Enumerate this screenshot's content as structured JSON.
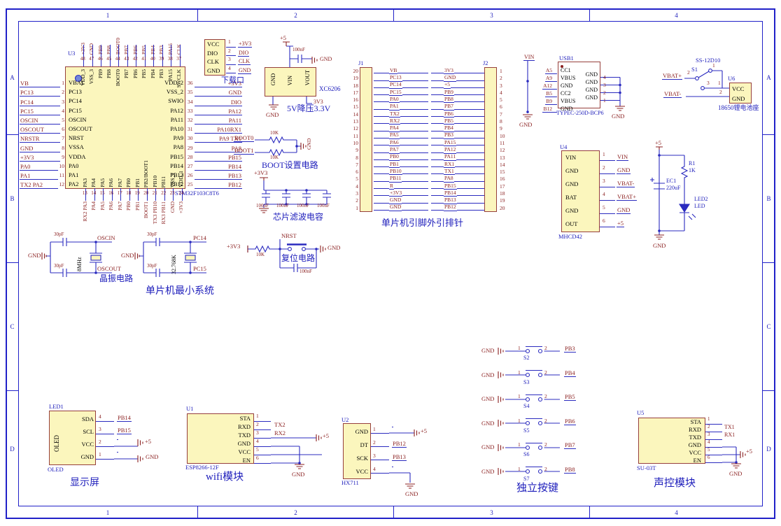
{
  "colors": {
    "wire": "#2b2bbf",
    "net_label": "#8b2121",
    "blue_text": "#1d1dbb",
    "component_fill": "#fbf6bd",
    "component_border": "#963f3c",
    "sheet_border": "#2121c8"
  },
  "border": {
    "top": [
      "1",
      "2",
      "3",
      "4"
    ],
    "bottom": [
      "1",
      "2",
      "3",
      "4"
    ],
    "left": [
      "A",
      "B",
      "C",
      "D"
    ],
    "right": [
      "A",
      "B",
      "C",
      "D"
    ]
  },
  "mcu": {
    "ref": "U3",
    "part": "STM32F103C8T6",
    "left": [
      {
        "net": "VB",
        "num": "1",
        "name": "VBAT"
      },
      {
        "net": "PC13",
        "num": "2",
        "name": "PC13"
      },
      {
        "net": "PC14",
        "num": "3",
        "name": "PC14"
      },
      {
        "net": "PC15",
        "num": "4",
        "name": "PC15"
      },
      {
        "net": "OSCIN",
        "num": "5",
        "name": "OSCIN"
      },
      {
        "net": "OSCOUT",
        "num": "6",
        "name": "OSCOUT"
      },
      {
        "net": "NRSTR",
        "num": "7",
        "name": "NRST"
      },
      {
        "net": "GND",
        "num": "8",
        "name": "VSSA"
      },
      {
        "net": "+3V3",
        "num": "9",
        "name": "VDDA"
      },
      {
        "net": "PA0",
        "num": "10",
        "name": "PA0"
      },
      {
        "net": "PA1",
        "num": "11",
        "name": "PA1"
      },
      {
        "net": "TX2 PA2",
        "num": "12",
        "name": "PA2"
      }
    ],
    "right": [
      {
        "net": "+3V3",
        "num": "36",
        "name": "VDD_2"
      },
      {
        "net": "GND",
        "num": "35",
        "name": "VSS_2"
      },
      {
        "net": "DIO",
        "num": "34",
        "name": "SWIO"
      },
      {
        "net": "PA12",
        "num": "33",
        "name": "PA12"
      },
      {
        "net": "PA11",
        "num": "32",
        "name": "PA11"
      },
      {
        "net": "PA10RX1",
        "num": "31",
        "name": "PA10"
      },
      {
        "net": "PA9 TX1",
        "num": "30",
        "name": "PA9"
      },
      {
        "net": "PA8",
        "num": "29",
        "name": "PA8"
      },
      {
        "net": "PB15",
        "num": "28",
        "name": "PB15"
      },
      {
        "net": "PB14",
        "num": "27",
        "name": "PB14"
      },
      {
        "net": "PB13",
        "num": "26",
        "name": "PB13"
      },
      {
        "net": "PB12",
        "num": "25",
        "name": "PB12"
      }
    ],
    "top": [
      {
        "net": "+3V3",
        "num": "48",
        "name": "VDD_3"
      },
      {
        "net": "GND",
        "num": "47",
        "name": "VSS_3"
      },
      {
        "net": "PB9",
        "num": "46",
        "name": "PB9"
      },
      {
        "net": "PB8",
        "num": "45",
        "name": "PB8"
      },
      {
        "net": "BOOT0",
        "num": "44",
        "name": "BOOT0"
      },
      {
        "net": "PB7",
        "num": "43",
        "name": "PB7"
      },
      {
        "net": "PB6",
        "num": "42",
        "name": "PB6"
      },
      {
        "net": "PB5",
        "num": "41",
        "name": "PB5"
      },
      {
        "net": "PB4",
        "num": "40",
        "name": "PB4"
      },
      {
        "net": "PB3",
        "num": "39",
        "name": "PB3"
      },
      {
        "net": "PA15",
        "num": "38",
        "name": "PA15"
      },
      {
        "net": "CLK",
        "num": "37",
        "name": "SWCLK"
      }
    ],
    "bottom": [
      {
        "net": "RX2 PA3",
        "num": "13",
        "name": "PA3"
      },
      {
        "net": "PA4",
        "num": "14",
        "name": "PA4"
      },
      {
        "net": "PA5",
        "num": "15",
        "name": "PA5"
      },
      {
        "net": "PA6",
        "num": "16",
        "name": "PA6"
      },
      {
        "net": "PA7",
        "num": "17",
        "name": "PA7"
      },
      {
        "net": "PB0",
        "num": "18",
        "name": "PB0"
      },
      {
        "net": "PB1",
        "num": "19",
        "name": "PB1"
      },
      {
        "net": "BOOT1",
        "num": "20",
        "name": "PB2/BOOT1"
      },
      {
        "net": "TX3 PB10",
        "num": "21",
        "name": "PB10"
      },
      {
        "net": "RX3 PB11",
        "num": "22",
        "name": "PB11"
      },
      {
        "net": "GND",
        "num": "23",
        "name": "VSS_1"
      },
      {
        "net": "+3V3",
        "num": "24",
        "name": "VDD_1"
      }
    ]
  },
  "download": {
    "names": [
      "VCC",
      "DIO",
      "CLK",
      "GND"
    ],
    "pins": [
      {
        "num": "1",
        "net": "+3V3"
      },
      {
        "num": "2",
        "net": "DIO"
      },
      {
        "num": "3",
        "net": "CLK"
      },
      {
        "num": "4",
        "net": "GND"
      }
    ],
    "caption": "下载口"
  },
  "regulator": {
    "names": [
      "GND",
      "VIN",
      "VOUT"
    ],
    "v5": "+5",
    "cap": "100nF",
    "gnd_right": "GND",
    "out": "3V3",
    "gnd": "GND",
    "part": "XC6206",
    "caption": "5V降压3.3V"
  },
  "boot": {
    "net1": "BOOT0",
    "net2": "BOOT1",
    "r1": "10K",
    "r2": "10K",
    "gnd": "GND",
    "caption": "BOOT设置电路"
  },
  "filter": {
    "rail": "+3V3",
    "caps": [
      "100nF",
      "100nF",
      "100nF",
      "100nF"
    ],
    "caption": "芯片滤波电容"
  },
  "reset": {
    "rail": "+3V3",
    "r": "10K",
    "net": "NRST",
    "cap": "100nF",
    "gnd": "GND",
    "caption": "复位电路"
  },
  "xtal1": {
    "c1": "30pF",
    "c2": "30pF",
    "x": "8MHz",
    "n1": "OSCIN",
    "n2": "OSCOUT",
    "gnd": "GND",
    "caption": "晶振电路"
  },
  "xtal2": {
    "c1": "30pF",
    "c2": "30pF",
    "x": "32.768K",
    "n1": "PC14",
    "n2": "PC15",
    "gnd": "GND"
  },
  "minsys_caption": "单片机最小系统",
  "j1": {
    "ref": "J1",
    "pins": [
      {
        "num": "20",
        "net": "VB"
      },
      {
        "num": "19",
        "net": "PC13"
      },
      {
        "num": "18",
        "net": "PC14"
      },
      {
        "num": "17",
        "net": "PC15"
      },
      {
        "num": "16",
        "net": "PA0"
      },
      {
        "num": "15",
        "net": "PA1"
      },
      {
        "num": "14",
        "net": "TX2"
      },
      {
        "num": "13",
        "net": "RX2"
      },
      {
        "num": "12",
        "net": "PA4"
      },
      {
        "num": "11",
        "net": "PA5"
      },
      {
        "num": "10",
        "net": "PA6"
      },
      {
        "num": "9",
        "net": "PA7"
      },
      {
        "num": "8",
        "net": "PB0"
      },
      {
        "num": "7",
        "net": "PB1"
      },
      {
        "num": "6",
        "net": "PB10"
      },
      {
        "num": "5",
        "net": "PB11"
      },
      {
        "num": "4",
        "net": "R"
      },
      {
        "num": "3",
        "net": "+3V3"
      },
      {
        "num": "2",
        "net": "GND"
      },
      {
        "num": "1",
        "net": "GND"
      }
    ]
  },
  "j2": {
    "ref": "J2",
    "pins": [
      {
        "num": "1",
        "net": "3V3"
      },
      {
        "num": "2",
        "net": "GND"
      },
      {
        "num": "3",
        "net": "+5"
      },
      {
        "num": "4",
        "net": "PB9"
      },
      {
        "num": "5",
        "net": "PB8"
      },
      {
        "num": "6",
        "net": "PB7"
      },
      {
        "num": "7",
        "net": "PB6"
      },
      {
        "num": "8",
        "net": "PB5"
      },
      {
        "num": "9",
        "net": "PB4"
      },
      {
        "num": "10",
        "net": "PB3"
      },
      {
        "num": "11",
        "net": "PA15"
      },
      {
        "num": "12",
        "net": "PA12"
      },
      {
        "num": "13",
        "net": "PA11"
      },
      {
        "num": "14",
        "net": "RX1"
      },
      {
        "num": "15",
        "net": "TX1"
      },
      {
        "num": "16",
        "net": "PA8"
      },
      {
        "num": "17",
        "net": "PB15"
      },
      {
        "num": "18",
        "net": "PB14"
      },
      {
        "num": "19",
        "net": "PB13"
      },
      {
        "num": "20",
        "net": "PB12"
      }
    ]
  },
  "headers_caption": "单片机引脚外引排针",
  "usb": {
    "ref": "USB1",
    "part": "TYPEC-250D-BCP6",
    "vin": "VIN",
    "pads": [
      "A5",
      "A9",
      "A12",
      "B5",
      "B9",
      "B12"
    ],
    "names": [
      "CC1",
      "VBUS",
      "GND",
      "CC2",
      "VBUS",
      "GND"
    ],
    "right_names": [
      "GND",
      "GND",
      "GND",
      "GND"
    ],
    "right_nums": [
      "4",
      "3",
      "2",
      "1"
    ],
    "gnd_left": "GND",
    "gnd_right": "GND"
  },
  "battery": {
    "sw_part": "SS-12D10",
    "sw_ref": "S1",
    "vbat_p": "VBAT+",
    "vbat_m": "VBAT-",
    "p1": "1",
    "p2": "2",
    "p3": "3",
    "u6_ref": "U6",
    "u6_p1": "1",
    "u6_p2": "2",
    "u6_names": [
      "VCC",
      "GND"
    ],
    "caption": "18650锂电池座"
  },
  "charger": {
    "ref": "U4",
    "part": "MHCD42",
    "names": [
      "VIN",
      "GND",
      "GND",
      "BAT",
      "GND",
      "OUT"
    ],
    "pins": [
      {
        "num": "1",
        "net": "VIN"
      },
      {
        "num": "2",
        "net": "GND"
      },
      {
        "num": "3",
        "net": "VBAT-"
      },
      {
        "num": "4",
        "net": "VBAT+"
      },
      {
        "num": "5",
        "net": "GND"
      },
      {
        "num": "6",
        "net": "+5"
      }
    ]
  },
  "ledcirc": {
    "rail": "+5",
    "r_ref": "R1",
    "r_val": "1K",
    "c_ref": "EC1",
    "c_val": "220uF",
    "led_ref": "LED2",
    "led_val": "LED",
    "gnd": "GND"
  },
  "oled": {
    "ref": "LED1",
    "inner": "OLED",
    "part": "OLED",
    "caption": "显示屏",
    "names": [
      "SDA",
      "SCL",
      "VCC",
      "GND"
    ],
    "pins": [
      {
        "num": "4",
        "net": "PB14"
      },
      {
        "num": "3",
        "net": "PB15"
      },
      {
        "num": "2",
        "net": ""
      },
      {
        "num": "1",
        "net": ""
      }
    ],
    "v5": "+5",
    "gnd": "GND"
  },
  "wifi": {
    "ref": "U1",
    "part": "ESP8266-12F",
    "caption": "wifi模块",
    "names": [
      "STA",
      "RXD",
      "TXD",
      "GND",
      "VCC",
      "EN"
    ],
    "pins": [
      {
        "num": "1",
        "net": ""
      },
      {
        "num": "2",
        "net": "TX2"
      },
      {
        "num": "3",
        "net": "RX2"
      },
      {
        "num": "4",
        "net": ""
      },
      {
        "num": "5",
        "net": ""
      },
      {
        "num": "6",
        "net": ""
      }
    ],
    "v5": "+5",
    "gnd": "GND"
  },
  "hx711": {
    "ref": "U2",
    "part": "HX711",
    "names": [
      "GND",
      "DT",
      "SCK",
      "VCC"
    ],
    "pins": [
      {
        "num": "1",
        "net": ""
      },
      {
        "num": "2",
        "net": "PB12"
      },
      {
        "num": "3",
        "net": "PB13"
      },
      {
        "num": "4",
        "net": ""
      }
    ],
    "v5": "+5",
    "gnd": "GND"
  },
  "buttons": {
    "caption": "独立按键",
    "gnd": "GND",
    "n1": "1",
    "n2": "2",
    "items": [
      {
        "ref": "S2",
        "net": "PB3"
      },
      {
        "ref": "S3",
        "net": "PB4"
      },
      {
        "ref": "S4",
        "net": "PB5"
      },
      {
        "ref": "S5",
        "net": "PB6"
      },
      {
        "ref": "S6",
        "net": "PB7"
      },
      {
        "ref": "S7",
        "net": "PB8"
      }
    ]
  },
  "voice": {
    "ref": "U5",
    "part": "SU-03T",
    "caption": "声控模块",
    "names": [
      "STA",
      "RXD",
      "TXD",
      "GND",
      "VCC",
      "EN"
    ],
    "pins": [
      {
        "num": "1",
        "net": ""
      },
      {
        "num": "2",
        "net": "TX1"
      },
      {
        "num": "3",
        "net": "RX1"
      },
      {
        "num": "4",
        "net": ""
      },
      {
        "num": "5",
        "net": ""
      },
      {
        "num": "6",
        "net": ""
      }
    ],
    "v5": "+5",
    "gnd": "GND"
  }
}
